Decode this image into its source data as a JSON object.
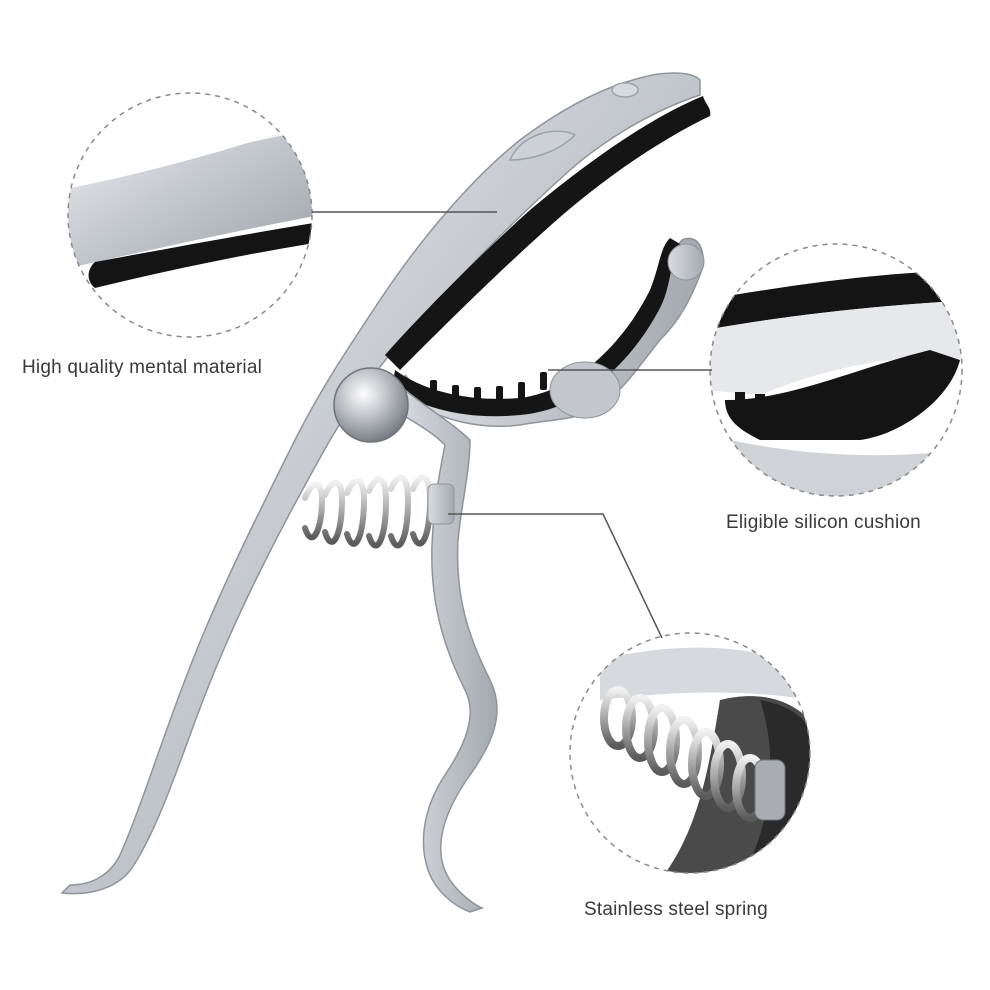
{
  "product": {
    "name_icon": "shrimp-peeler-tool-icon"
  },
  "callouts": [
    {
      "id": "metal",
      "label": "High quality mental material",
      "icon": "metal-handle-detail-icon"
    },
    {
      "id": "cushion",
      "label": "Eligible silicon cushion",
      "icon": "silicone-cushion-detail-icon"
    },
    {
      "id": "spring",
      "label": "Stainless steel spring",
      "icon": "steel-spring-detail-icon"
    }
  ],
  "colors": {
    "background": "#ffffff",
    "metal_light": "#e4e6ea",
    "metal_mid": "#b9bdc4",
    "metal_dark": "#8e939b",
    "silicone": "#141414",
    "text": "#3a3a3a",
    "leader_line": "#555555",
    "dashed_circle": "#8a8a8a"
  }
}
